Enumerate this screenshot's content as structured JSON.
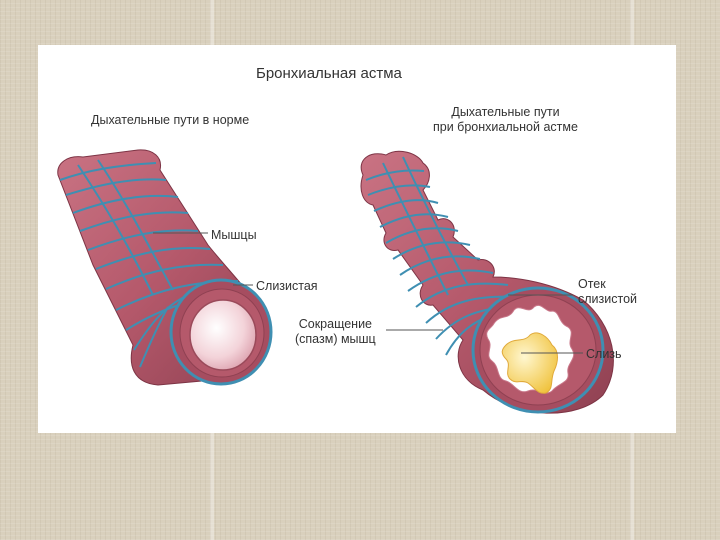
{
  "title": "Бронхиальная астма",
  "normal": {
    "caption": "Дыхательные пути в норме",
    "muscles_label": "Мышцы",
    "mucosa_label": "Слизистая"
  },
  "asthma": {
    "caption_line1": "Дыхательные пути",
    "caption_line2": "при бронхиальной астме",
    "spasm_line1": "Сокращение",
    "spasm_line2": "(спазм) мышц",
    "edema_line1": "Отек",
    "edema_line2": "слизистой",
    "mucus_label": "Слизь"
  },
  "colors": {
    "airway_wall": "#b5596b",
    "airway_dark": "#8f4152",
    "muscle_bands": "#3f8fb2",
    "lumen": "#f3d3d9",
    "mucus": "#f2cf52",
    "edema": "#ffffff",
    "background": "#d9d0bd",
    "panel": "#ffffff"
  }
}
